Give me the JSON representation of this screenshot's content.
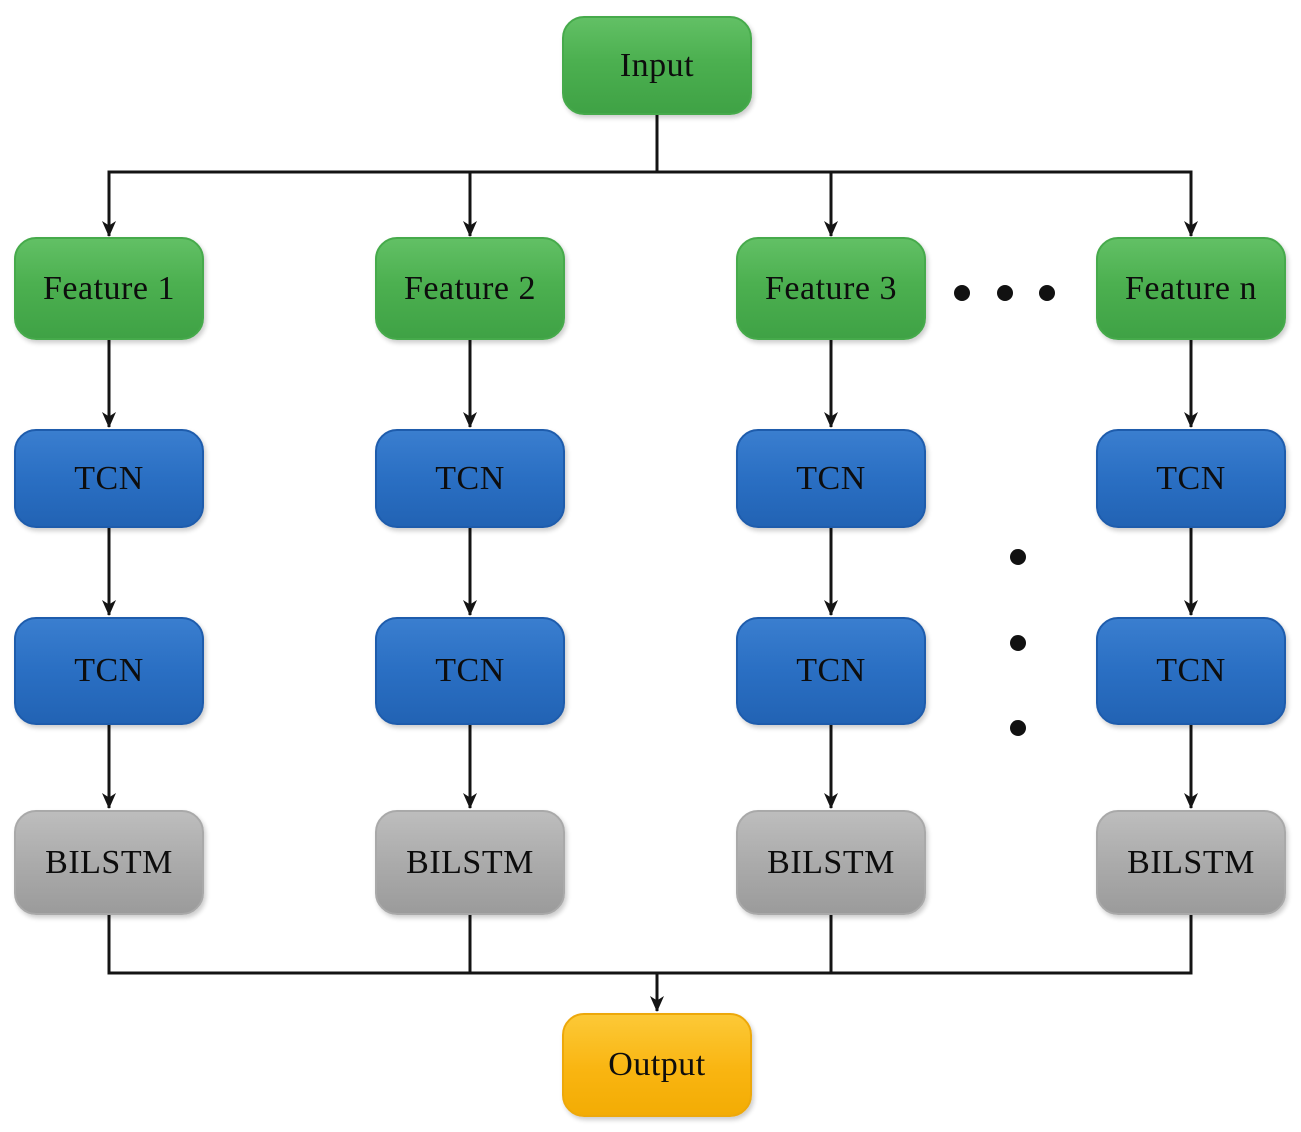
{
  "diagram": {
    "input": {
      "label": "Input"
    },
    "output": {
      "label": "Output"
    },
    "columns": [
      {
        "feature": "Feature 1",
        "tcn_top": "TCN",
        "tcn_bottom": "TCN",
        "bilstm": "BILSTM"
      },
      {
        "feature": "Feature 2",
        "tcn_top": "TCN",
        "tcn_bottom": "TCN",
        "bilstm": "BILSTM"
      },
      {
        "feature": "Feature 3",
        "tcn_top": "TCN",
        "tcn_bottom": "TCN",
        "bilstm": "BILSTM"
      },
      {
        "feature": "Feature n",
        "tcn_top": "TCN",
        "tcn_bottom": "TCN",
        "bilstm": "BILSTM"
      }
    ],
    "ellipsis": {
      "horizontal_between": "Feature 3 and Feature n",
      "vertical_between": "TCN column 3 and TCN column n"
    },
    "colors": {
      "feature_green": "#4cb050",
      "tcn_blue": "#2a6fc3",
      "bilstm_gray": "#ababab",
      "output_yellow": "#f9b511",
      "line_black": "#141414",
      "text_black": "#0d0d0d",
      "background": "#ffffff"
    }
  }
}
